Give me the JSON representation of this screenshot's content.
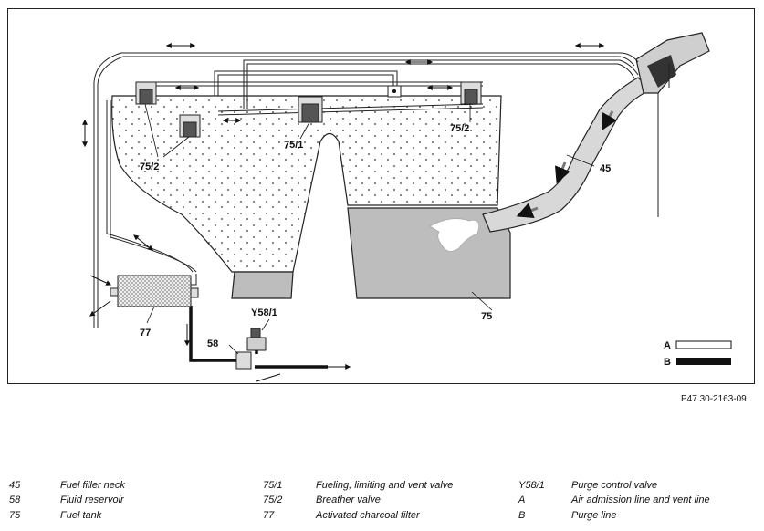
{
  "diagram": {
    "labels": {
      "filler_neck": "45",
      "tank": "75",
      "valve_75_1": "75/1",
      "breather_left": "75/2",
      "breather_right": "75/2",
      "charcoal_filter": "77",
      "reservoir": "58",
      "purge_valve": "Y58/1",
      "line_a": "A",
      "line_b": "B"
    },
    "figure_id": "P47.30-2163-09"
  },
  "legend": [
    {
      "c1": "45",
      "d1": "Fuel filler neck",
      "c2": "75/1",
      "d2": "Fueling, limiting and vent valve",
      "c3": "Y58/1",
      "d3": "Purge control valve"
    },
    {
      "c1": "58",
      "d1": "Fluid reservoir",
      "c2": "75/2",
      "d2": "Breather valve",
      "c3": "A",
      "d3": "Air admission line and vent line"
    },
    {
      "c1": "75",
      "d1": "Fuel tank",
      "c2": "77",
      "d2": "Activated charcoal filter",
      "c3": "B",
      "d3": "Purge line"
    }
  ]
}
